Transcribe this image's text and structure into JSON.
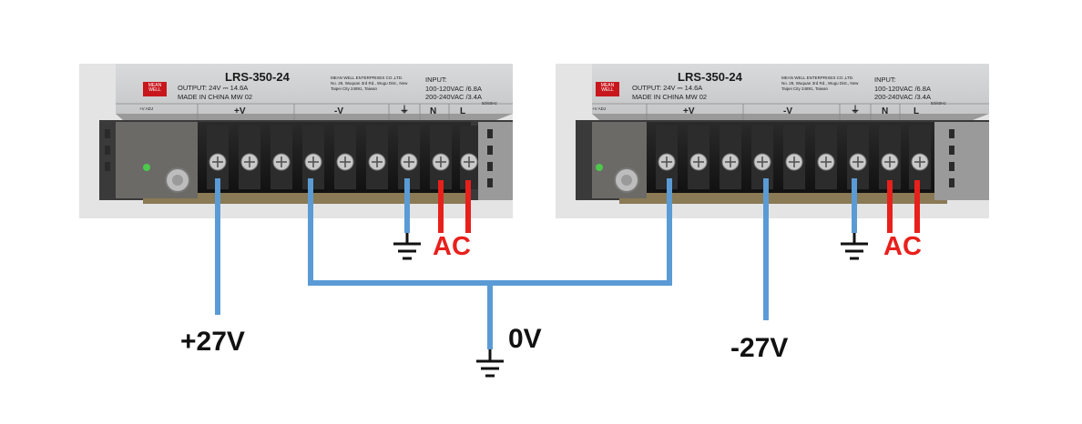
{
  "units": [
    {
      "model": "LRS-350-24",
      "brand": "MEAN WELL",
      "output_line": "OUTPUT:  24V ⎓ 14.6A",
      "made_line": "MADE IN CHINA  MW 02",
      "manufacturer": "MEAN WELL ENTERPRISES CO.,LTD.",
      "address_line1": "No. 28, Wuquan 3rd Rd., Wugu Dist., New",
      "address_line2": "Taipei City 24891, Taiwan",
      "input_title": "INPUT:",
      "input_line1": "100-120VAC /6.8A",
      "input_line2": "200-240VAC /3.4A",
      "freq": "50/60Hz",
      "adj": "+V ADJ",
      "terminals": [
        "+V",
        "-V",
        "⏚",
        "N",
        "L"
      ]
    },
    {
      "model": "LRS-350-24",
      "brand": "MEAN WELL",
      "output_line": "OUTPUT:  24V ⎓ 14.6A",
      "made_line": "MADE IN CHINA  MW 02",
      "manufacturer": "MEAN WELL ENTERPRISES CO.,LTD.",
      "address_line1": "No. 28, Wuquan 3rd Rd., Wugu Dist., New",
      "address_line2": "Taipei City 24891, Taiwan",
      "input_title": "INPUT:",
      "input_line1": "100-120VAC /6.8A",
      "input_line2": "200-240VAC /3.4A",
      "freq": "50/60Hz",
      "adj": "+V ADJ",
      "terminals": [
        "+V",
        "-V",
        "⏚",
        "N",
        "L"
      ]
    }
  ],
  "labels": {
    "plus": "+27V",
    "zero": "0V",
    "minus": "-27V",
    "ac_left": "AC",
    "ac_right": "AC"
  },
  "colors": {
    "dc_wire": "#5b9bd5",
    "ac_wire": "#e8201c",
    "ground_symbol": "#111111"
  }
}
